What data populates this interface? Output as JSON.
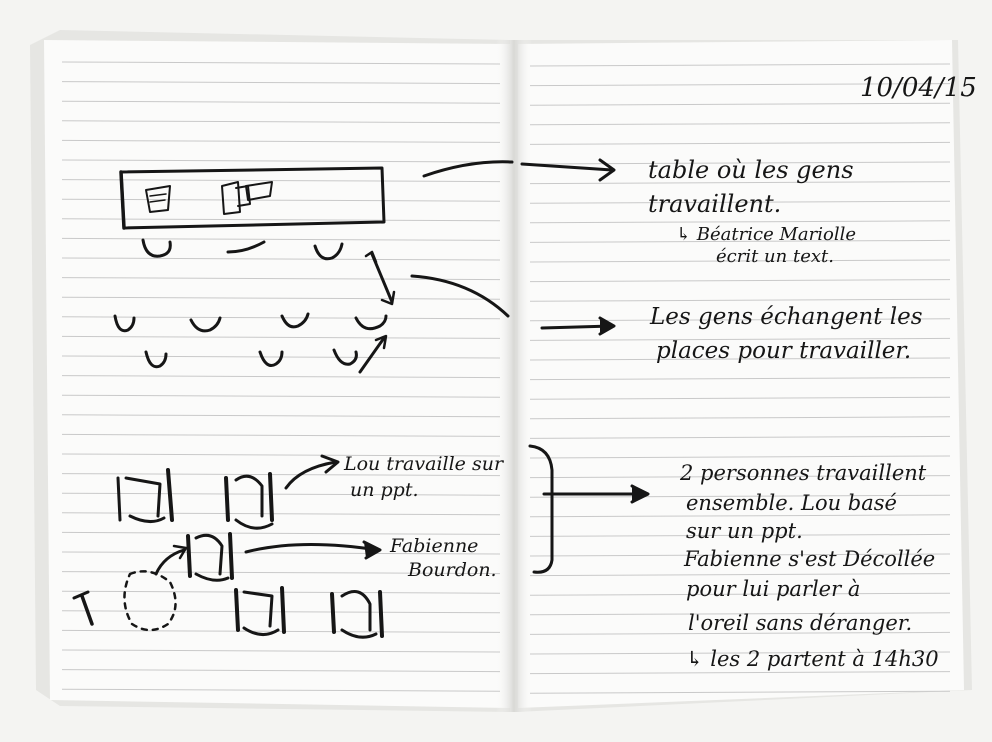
{
  "notebook": {
    "date": "10/04/15",
    "right_page": {
      "note1_line1": "table où les gens",
      "note1_line2": "travaillent.",
      "note1_sub1": "↳ Béatrice Mariolle",
      "note1_sub2": "écrit un text.",
      "note2_line1": "Les gens échangent les",
      "note2_line2": "places pour travailler.",
      "note3_lines": [
        "2 personnes travaillent",
        "ensemble. Lou basé",
        "sur un ppt.",
        "Fabienne s'est Décollée",
        "pour lui parler à",
        "l'oreil sans déranger.",
        "↳ les 2 partent à 14h30"
      ]
    },
    "left_page": {
      "label_lou_1": "Lou travaille sur",
      "label_lou_2": "un ppt.",
      "label_fab_1": "Fabienne",
      "label_fab_2": "Bourdon."
    }
  },
  "colors": {
    "background": "#f4f4f2",
    "paper": "#fbfbfa",
    "rule_line": "#c9c9c9",
    "ink": "#161616"
  }
}
